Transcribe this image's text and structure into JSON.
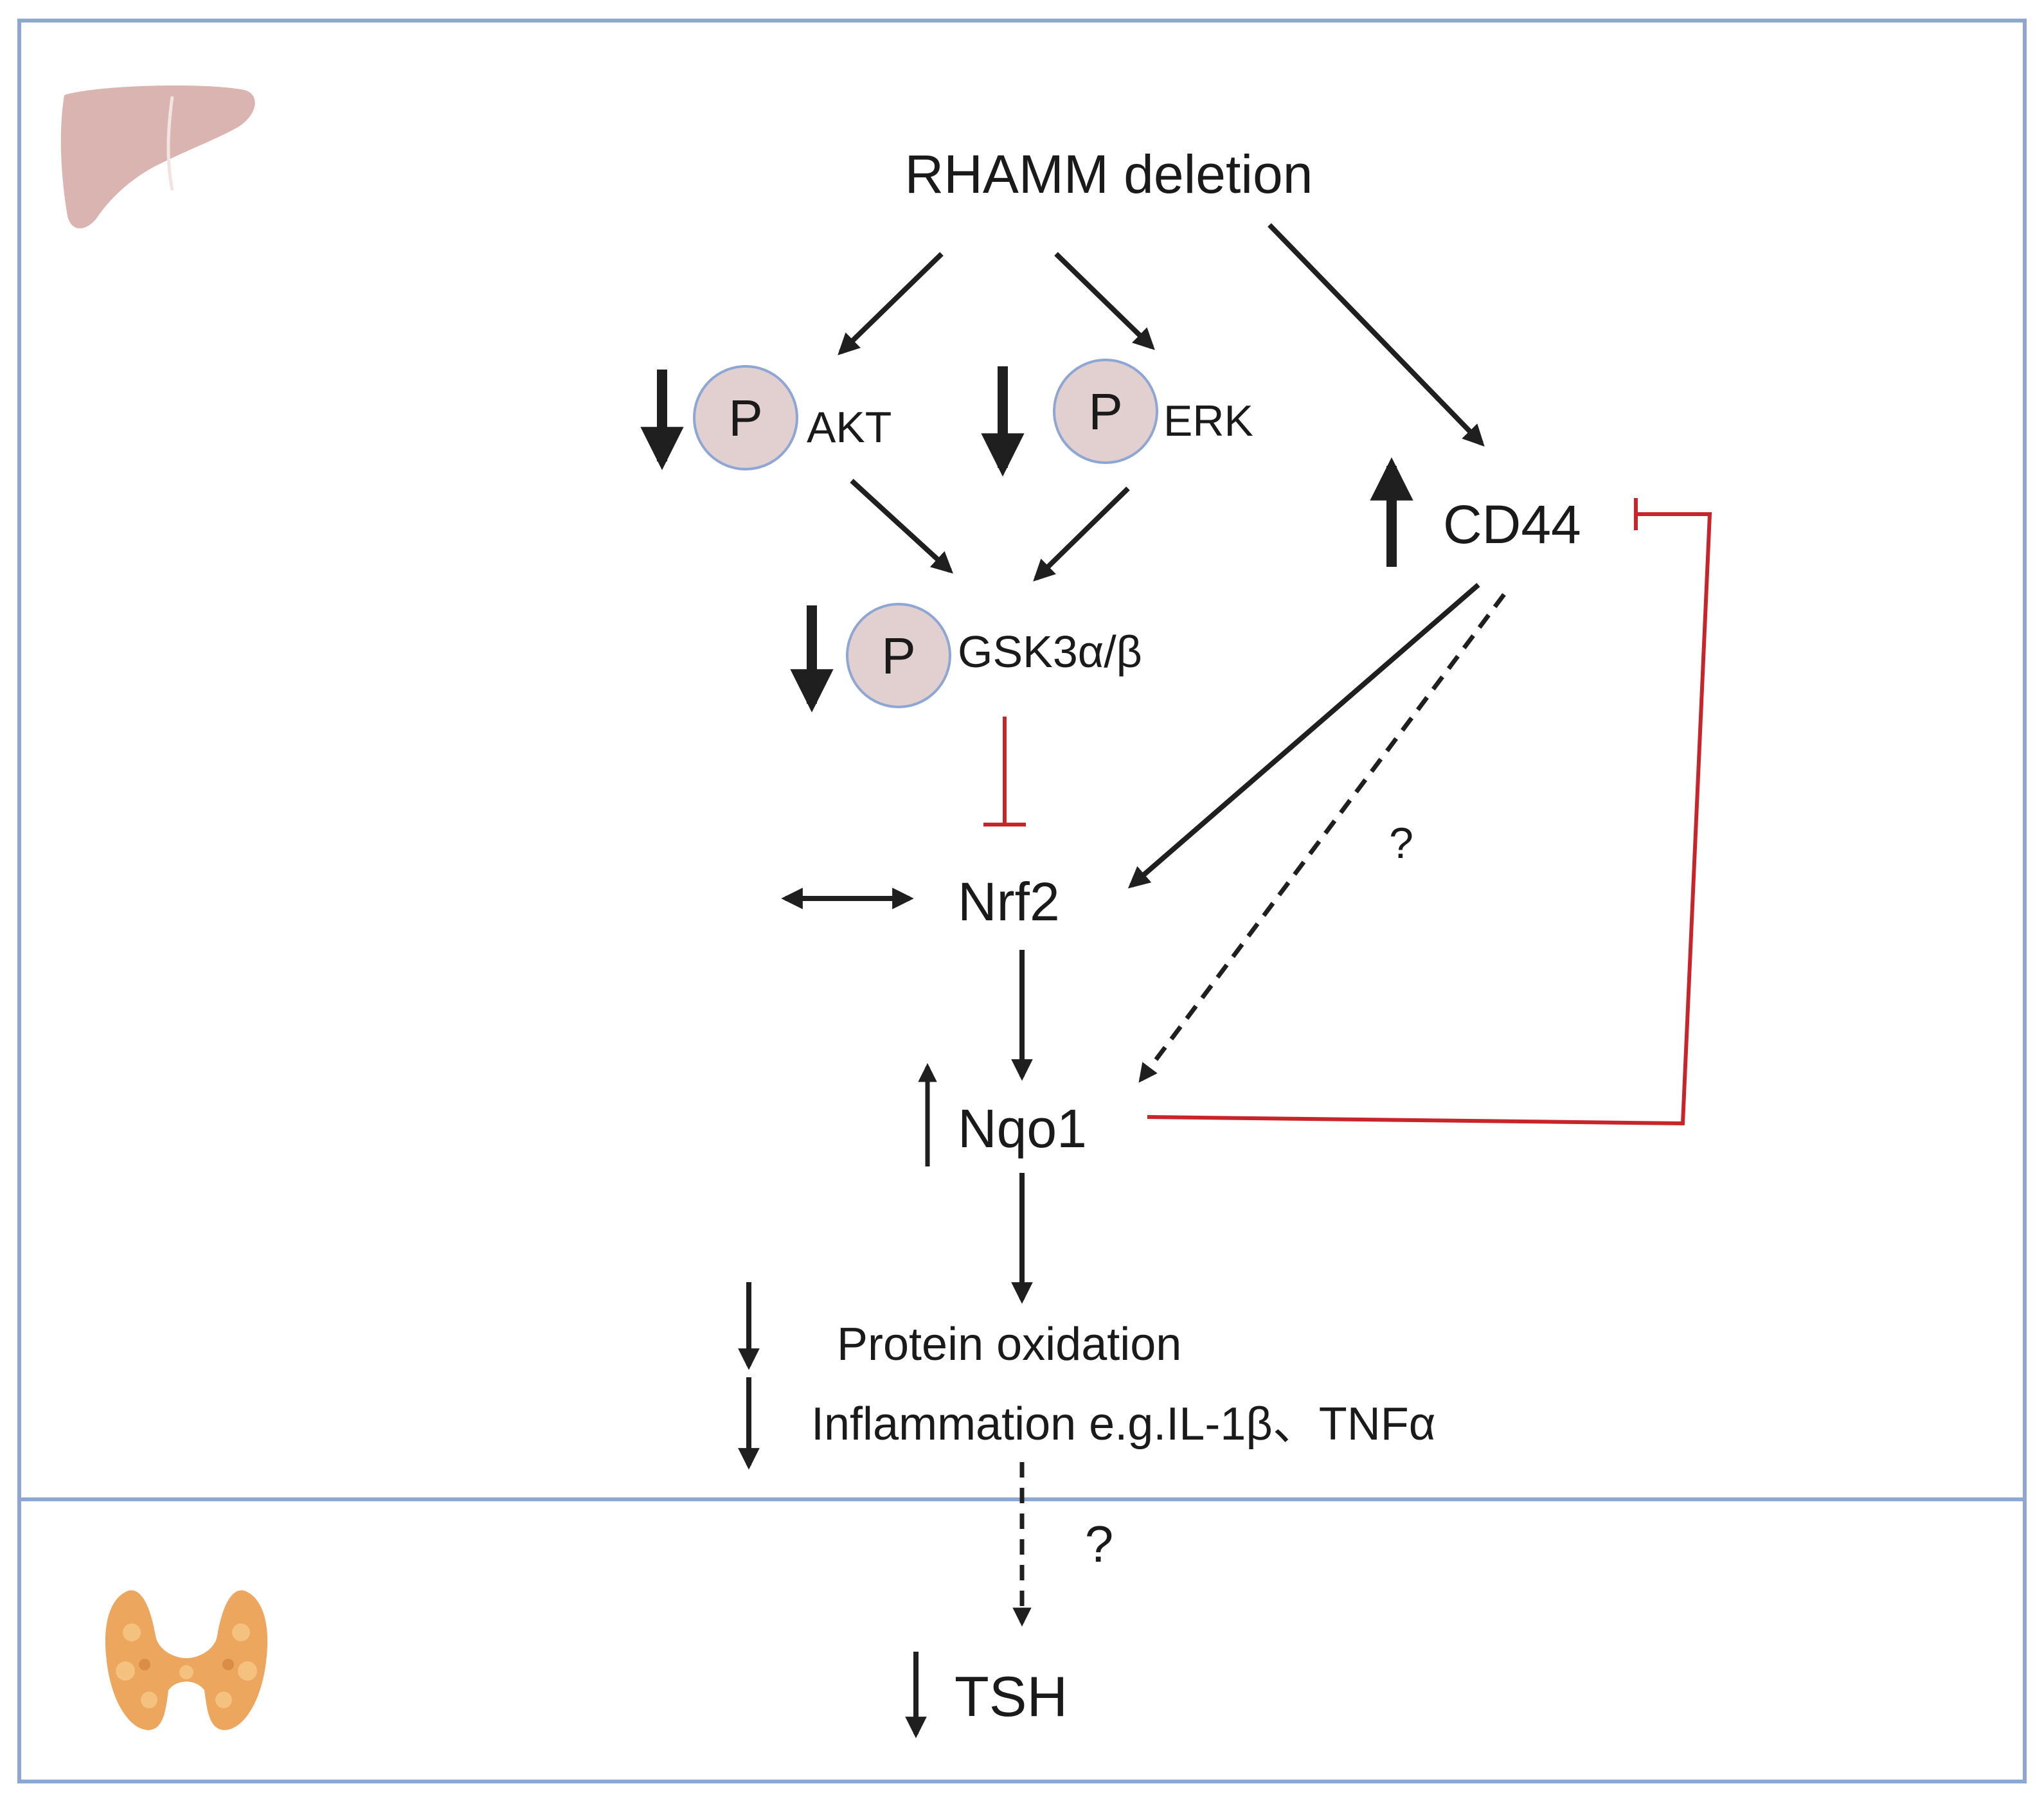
{
  "nodes": {
    "rhamm": "RHAMM deletion",
    "akt": "AKT",
    "erk": "ERK",
    "gsk": "GSK3α/β",
    "cd44": "CD44",
    "nrf2": "Nrf2",
    "nqo1": "Nqo1",
    "protein_oxidation": "Protein oxidation",
    "inflammation": "Inflammation e.g.IL-1β、TNFα",
    "tsh": "TSH",
    "phospho": "P"
  },
  "annotations": {
    "unknown_cd44_nqo1": "?",
    "unknown_liver_thyroid": "?"
  },
  "colors": {
    "frame": "#8ea6d4",
    "arrow": "#1f1f1f",
    "inhibit": "#c8252b",
    "phospho_fill": "#e2cfcf",
    "phospho_stroke": "#8ea6d4",
    "liver": "#d9b4b0",
    "thyroid": "#eca65e"
  },
  "icons": {
    "liver": "liver-icon",
    "thyroid": "thyroid-icon"
  }
}
